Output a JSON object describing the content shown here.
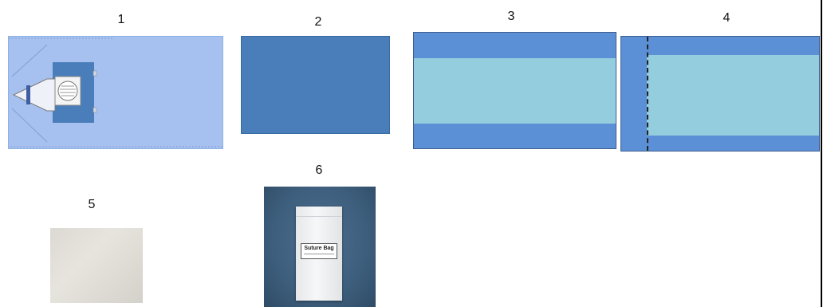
{
  "labels": [
    "1",
    "2",
    "3",
    "4",
    "5",
    "6"
  ],
  "items": [
    {
      "id": "1",
      "icon": "drape-with-incise-window-icon",
      "colors": {
        "base": "#a6c1ef",
        "window": "#4a7ebb"
      }
    },
    {
      "id": "2",
      "icon": "blue-drape-sheet-icon",
      "colors": {
        "base": "#4a7ebb"
      }
    },
    {
      "id": "3",
      "icon": "striped-drape-icon",
      "colors": {
        "band": "#5b8fd6",
        "center": "#94cddd"
      }
    },
    {
      "id": "4",
      "icon": "striped-drape-with-fold-line-icon",
      "colors": {
        "band": "#5b8fd6",
        "center": "#94cddd"
      }
    },
    {
      "id": "5",
      "icon": "gauze-pad-photo-icon",
      "colors": {
        "base": "#dcd9d3"
      }
    },
    {
      "id": "6",
      "icon": "suture-bag-photo-icon",
      "colors": {
        "background": "#3d5e7c",
        "bag": "#f2f3f4"
      },
      "bag_label": "Suture Bag"
    }
  ]
}
